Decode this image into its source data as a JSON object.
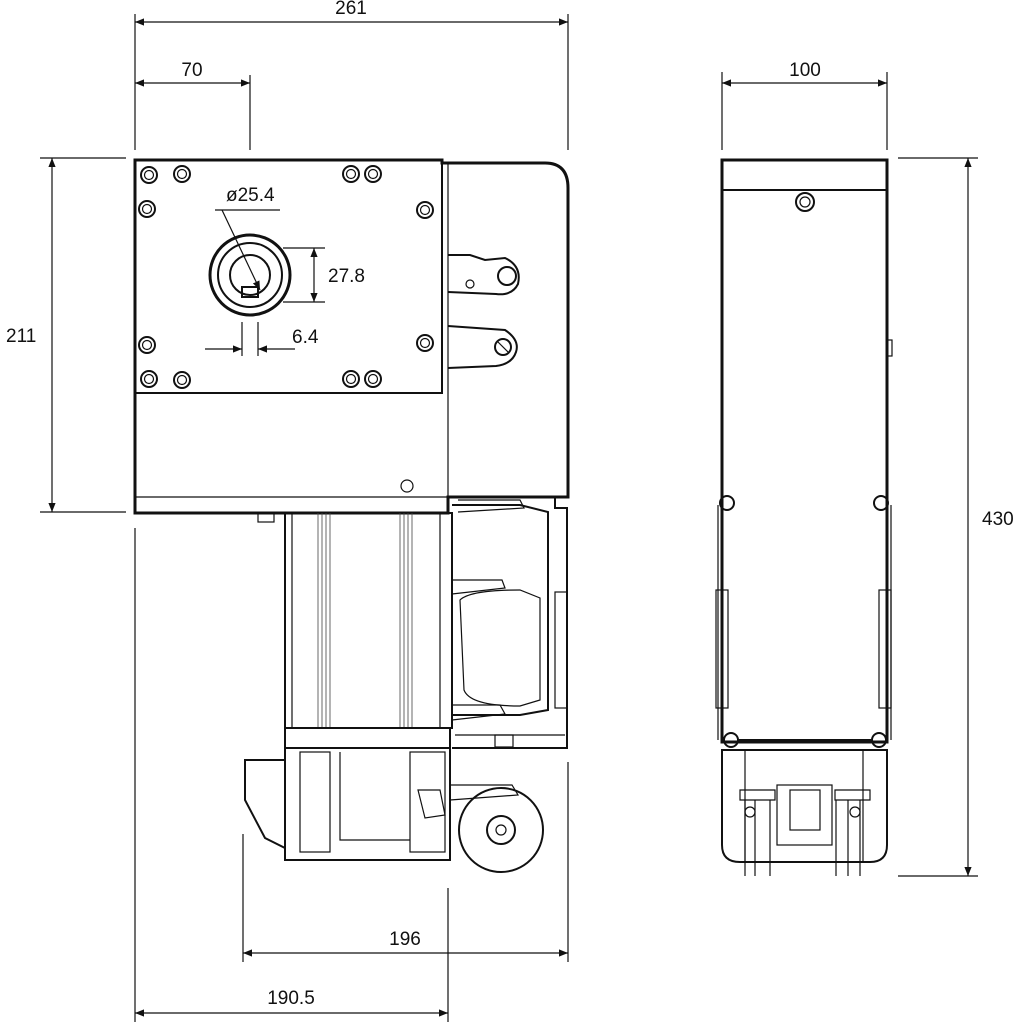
{
  "dimensions": {
    "overall_width": "261",
    "flange_offset": "70",
    "shaft_diameter": "ø25.4",
    "keyway_height": "27.8",
    "key_width": "6.4",
    "housing_height": "211",
    "side_width": "100",
    "overall_height": "430",
    "motor_to_wheel": "196",
    "base_width": "190.5"
  },
  "colors": {
    "line": "#111111",
    "background": "#ffffff"
  }
}
